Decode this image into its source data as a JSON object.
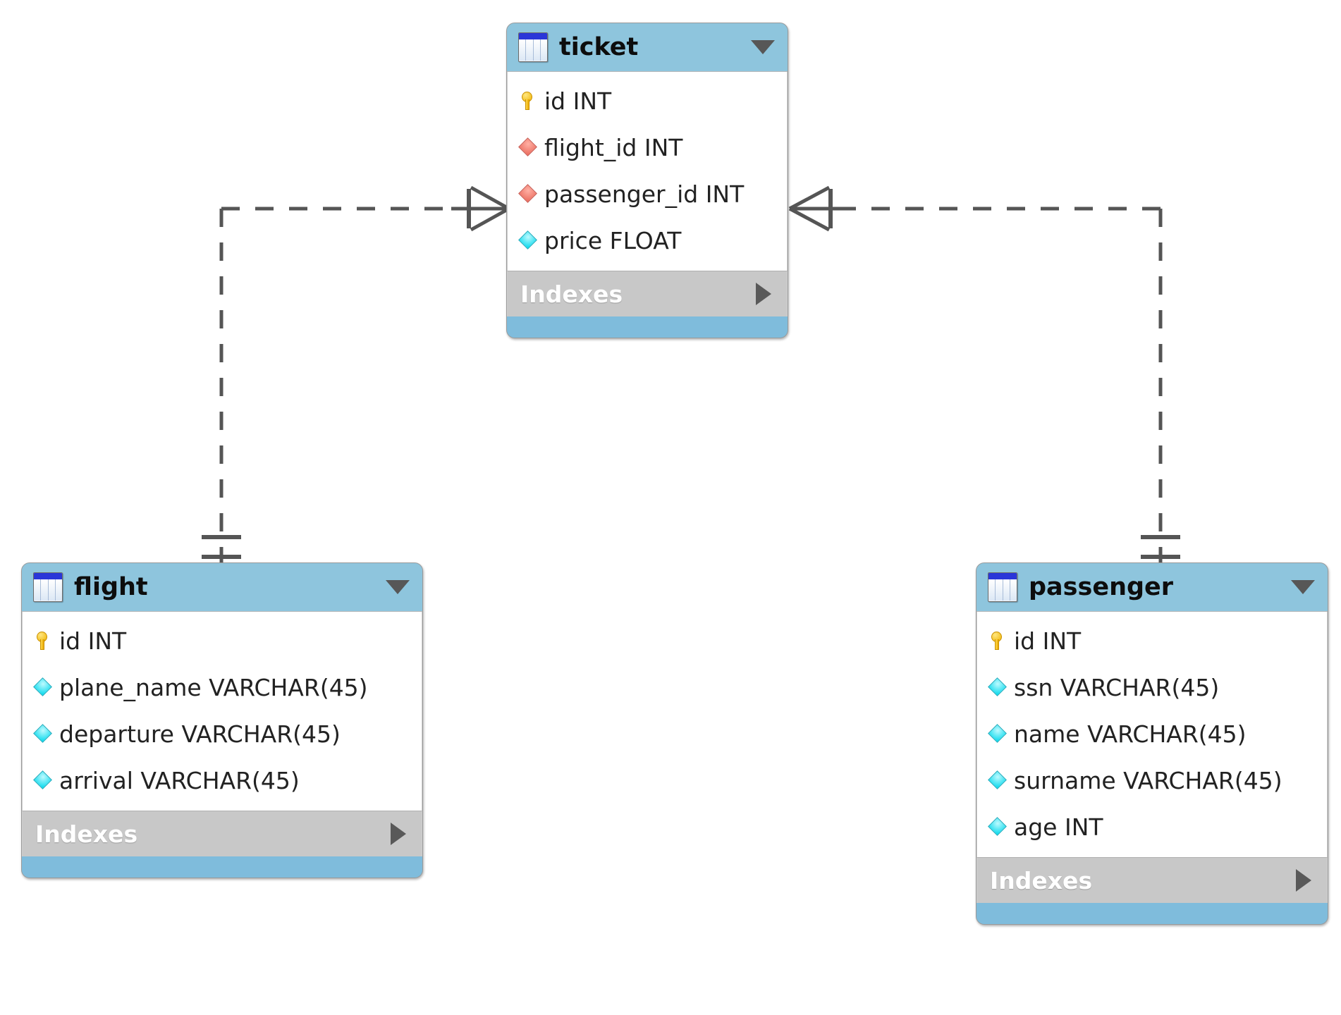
{
  "diagram": {
    "title": "Airline database EER diagram",
    "tool": "MySQL Workbench EER Diagram",
    "background_color": "#ffffff",
    "header_color": "#8ec5dd",
    "indexes_bar_color": "#c8c8c8",
    "footer_color": "#7fbcdc",
    "pk_icon_color": "#f0b400",
    "fk_icon_color": "#ea6a5c",
    "column_icon_color": "#00d8ec",
    "connector_color": "#555555"
  },
  "tables": [
    {
      "id": "ticket",
      "name": "ticket",
      "icon": "table-icon",
      "caret": "chevron-down-icon",
      "columns": [
        {
          "icon": "primary-key-icon",
          "kind": "pk",
          "label": "id INT"
        },
        {
          "icon": "foreign-key-icon",
          "kind": "fk",
          "label": "flight_id INT"
        },
        {
          "icon": "foreign-key-icon",
          "kind": "fk",
          "label": "passenger_id INT"
        },
        {
          "icon": "column-icon",
          "kind": "plain",
          "label": "price FLOAT"
        }
      ],
      "indexes_label": "Indexes",
      "indexes_caret": "chevron-right-icon"
    },
    {
      "id": "flight",
      "name": "flight",
      "icon": "table-icon",
      "caret": "chevron-down-icon",
      "columns": [
        {
          "icon": "primary-key-icon",
          "kind": "pk",
          "label": "id INT"
        },
        {
          "icon": "column-icon",
          "kind": "plain",
          "label": "plane_name VARCHAR(45)"
        },
        {
          "icon": "column-icon",
          "kind": "plain",
          "label": "departure VARCHAR(45)"
        },
        {
          "icon": "column-icon",
          "kind": "plain",
          "label": "arrival VARCHAR(45)"
        }
      ],
      "indexes_label": "Indexes",
      "indexes_caret": "chevron-right-icon"
    },
    {
      "id": "passenger",
      "name": "passenger",
      "icon": "table-icon",
      "caret": "chevron-down-icon",
      "columns": [
        {
          "icon": "primary-key-icon",
          "kind": "pk",
          "label": "id INT"
        },
        {
          "icon": "column-icon",
          "kind": "plain",
          "label": "ssn VARCHAR(45)"
        },
        {
          "icon": "column-icon",
          "kind": "plain",
          "label": "name VARCHAR(45)"
        },
        {
          "icon": "column-icon",
          "kind": "plain",
          "label": "surname VARCHAR(45)"
        },
        {
          "icon": "column-icon",
          "kind": "plain",
          "label": "age INT"
        }
      ],
      "indexes_label": "Indexes",
      "indexes_caret": "chevron-right-icon"
    }
  ],
  "relationships": [
    {
      "id": "flight-to-ticket",
      "from_table": "flight",
      "from_column": "id",
      "to_table": "ticket",
      "to_column": "flight_id",
      "line_style": "dashed",
      "from_cardinality": "one",
      "to_cardinality": "many"
    },
    {
      "id": "passenger-to-ticket",
      "from_table": "passenger",
      "from_column": "id",
      "to_table": "ticket",
      "to_column": "passenger_id",
      "line_style": "dashed",
      "from_cardinality": "one",
      "to_cardinality": "many"
    }
  ]
}
